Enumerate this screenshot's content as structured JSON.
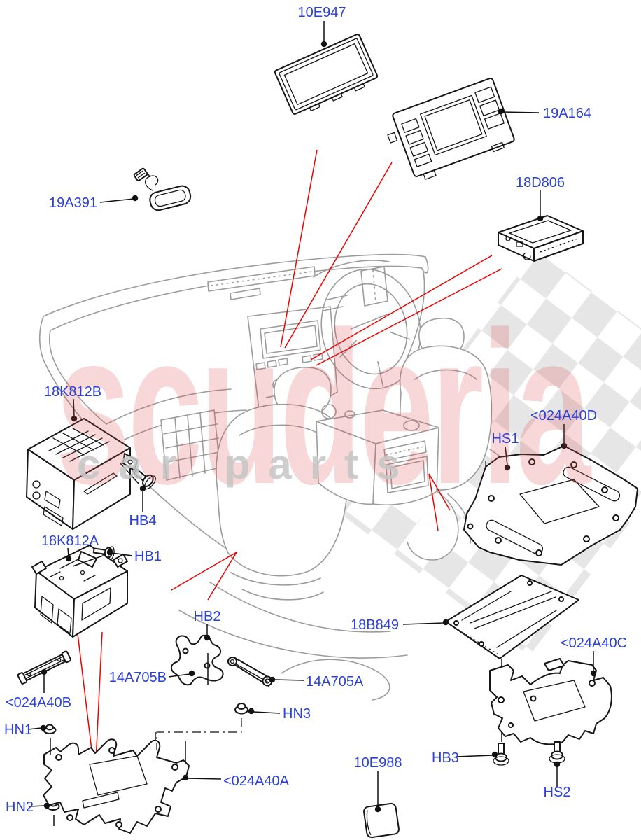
{
  "watermark": {
    "brand": "scuderia",
    "sub": "car parts",
    "brand_color": "#d94848",
    "checker_color": "#d7d7d7"
  },
  "colors": {
    "label_blue": "#2a3fdb",
    "callout_red": "#f10000",
    "part_line": "#161616",
    "car_line": "#9c9c9c"
  },
  "labels": {
    "front_display": "10E947",
    "head_unit": "19A164",
    "rear_module": "18D806",
    "antenna": "19A391",
    "amplifier_upper": "18K812B",
    "bolt_hb4": "HB4",
    "amplifier_lower": "18K812A",
    "bolt_hb1": "HB1",
    "bolt_hb2": "HB2",
    "bracket_14a705b": "14A705B",
    "bracket_14a705a": "14A705A",
    "plate_024a40b": "<024A40B",
    "nut_hn1": "HN1",
    "nut_hn2": "HN2",
    "nut_hn3": "HN3",
    "bracket_024a40a": "<024A40A",
    "cover_10e988": "10E988",
    "bolt_hb3": "HB3",
    "screw_hs2": "HS2",
    "bracket_024a40c": "<024A40C",
    "amp_plate_18b849": "18B849",
    "plate_024a40d": "<024A40D",
    "screw_hs1": "HS1"
  }
}
